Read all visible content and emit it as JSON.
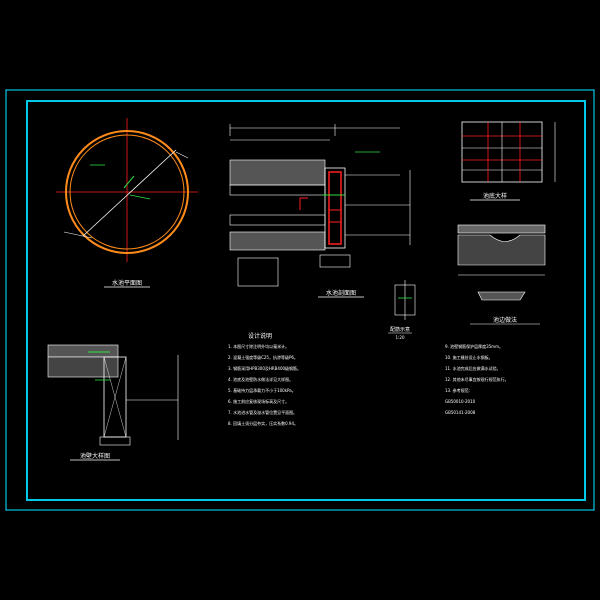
{
  "drawing": {
    "background": "#000000",
    "frame_color": "#00c8e6",
    "line_color": "#ffffff",
    "accent_red": "#ff2020",
    "accent_orange": "#ff8c1a",
    "accent_green": "#30e040",
    "hatch_color": "#b0b0b0"
  },
  "views": {
    "plan_title": "水池平面图",
    "section_title": "水池剖面图",
    "wall_detail_title": "池壁大样图",
    "bottom_detail_title": "池底大样",
    "edge_detail_title": "池边做法",
    "bar_detail_title": "配筋示意",
    "bar_detail_sub": "1:20",
    "notes_title": "设计说明"
  },
  "notes_left": [
    "1. 本图尺寸除注明外均以毫米计。",
    "2. 混凝土强度等级C25，抗渗等级P6。",
    "3. 钢筋采用HPB300及HRB400级钢筋。",
    "4. 池底及池壁防水做法详见大样图。",
    "5. 基础持力层承载力不小于100kPa。",
    "6. 施工前应复核现场标高及尺寸。",
    "7. 水池进水管及溢水管位置见平面图。",
    "8. 回填土须分层夯实，压实系数0.94。"
  ],
  "notes_right": [
    "9. 池壁钢筋保护层厚度35mm。",
    "10. 施工缝处设止水钢板。",
    "11. 水池完成后应做满水试验。",
    "12. 其他未尽事宜按现行规范执行。",
    "13. 参考规范：",
    "    GB50010-2010",
    "    GB50141-2008"
  ]
}
